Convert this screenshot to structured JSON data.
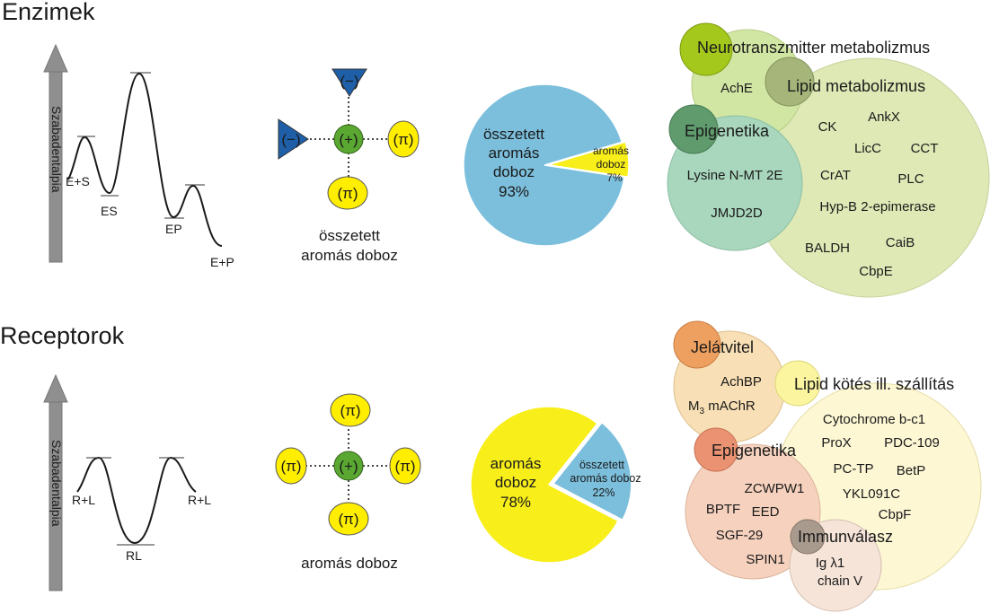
{
  "colors": {
    "arrow_gray": "#8f8f8f",
    "green_center": "#5aa832",
    "yellow_pi": "#ffee00",
    "blue_neg": "#1f5fa8",
    "pie_blue": "#7cbfdc",
    "pie_yellow": "#f7ee1a",
    "enz_neuro_fill": "#d2e6a4",
    "enz_neuro_dot": "#a4c81c",
    "enz_lipid_fill": "#dfe9b6",
    "enz_lipid_dot": "#a6b67a",
    "enz_epi_fill": "#a9d7bd",
    "enz_epi_dot": "#5f9b6d",
    "rec_signal_fill": "#f8dfb5",
    "rec_signal_dot": "#eea060",
    "rec_lipid_fill": "#fdf7d4",
    "rec_lipid_dot": "#fbf5a0",
    "rec_epi_fill": "#f6d2be",
    "rec_epi_dot": "#ea9272",
    "rec_immun_fill": "#f6e4d8",
    "rec_immun_dot": "#a99a8e"
  },
  "enzymes": {
    "title": "Enzimek",
    "axis_label": "Szabadentalpia",
    "states": [
      "E+S",
      "ES",
      "EP",
      "E+P"
    ],
    "box": {
      "top_sign": "(−)",
      "left_sign": "(−)",
      "center_sign": "(+)",
      "right_sign": "(π)",
      "bottom_sign": "(π)",
      "label_line1": "összetett",
      "label_line2": "aromás doboz"
    },
    "pie": {
      "major_line1": "összetett",
      "major_line2": "aromás",
      "major_line3": "doboz",
      "major_pct": "93%",
      "minor_line1": "aromás",
      "minor_line2": "doboz",
      "minor_pct": "7%"
    },
    "groups": {
      "neuro": {
        "title": "Neurotranszmitter metabolizmus",
        "items": [
          "AchE"
        ]
      },
      "lipid": {
        "title": "Lipid metabolizmus",
        "items": [
          "CK",
          "AnkX",
          "LicC",
          "CCT",
          "CrAT",
          "PLC",
          "Hyp-B 2-epimerase",
          "BALDH",
          "CaiB",
          "CbpE"
        ]
      },
      "epi": {
        "title": "Epigenetika",
        "items": [
          "Lysine N-MT 2E",
          "JMJD2D"
        ]
      }
    }
  },
  "receptors": {
    "title": "Receptorok",
    "axis_label": "Szabadentalpia",
    "states": [
      "R+L",
      "R+L",
      "RL"
    ],
    "box": {
      "top_sign": "(π)",
      "left_sign": "(π)",
      "center_sign": "(+)",
      "right_sign": "(π)",
      "bottom_sign": "(π)",
      "label": "aromás doboz"
    },
    "pie": {
      "major_line1": "aromás",
      "major_line2": "doboz",
      "major_pct": "78%",
      "minor_line1": "összetett",
      "minor_line2": "aromás doboz",
      "minor_pct": "22%"
    },
    "groups": {
      "signal": {
        "title": "Jelátvitel",
        "items": [
          "AchBP"
        ],
        "machr_prefix": "M",
        "machr_sub": "3",
        "machr_suffix": " mAChR"
      },
      "lipid": {
        "title": "Lipid kötés ill. szállítás",
        "items": [
          "Cytochrome b-c1",
          "ProX",
          "PDC-109",
          "PC-TP",
          "BetP",
          "YKL091C",
          "CbpF"
        ]
      },
      "epi": {
        "title": "Epigenetika",
        "items": [
          "ZCWPW1",
          "BPTF",
          "EED",
          "SGF-29",
          "SPIN1"
        ]
      },
      "immun": {
        "title": "Immunválasz",
        "items": [
          "Ig λ1",
          "chain V"
        ]
      }
    }
  },
  "chart_data": [
    {
      "type": "pie",
      "title": "",
      "labels": [
        "összetett aromás doboz",
        "aromás doboz"
      ],
      "values": [
        93,
        7
      ]
    },
    {
      "type": "pie",
      "title": "",
      "labels": [
        "aromás doboz",
        "összetett aromás doboz"
      ],
      "values": [
        78,
        22
      ]
    }
  ]
}
